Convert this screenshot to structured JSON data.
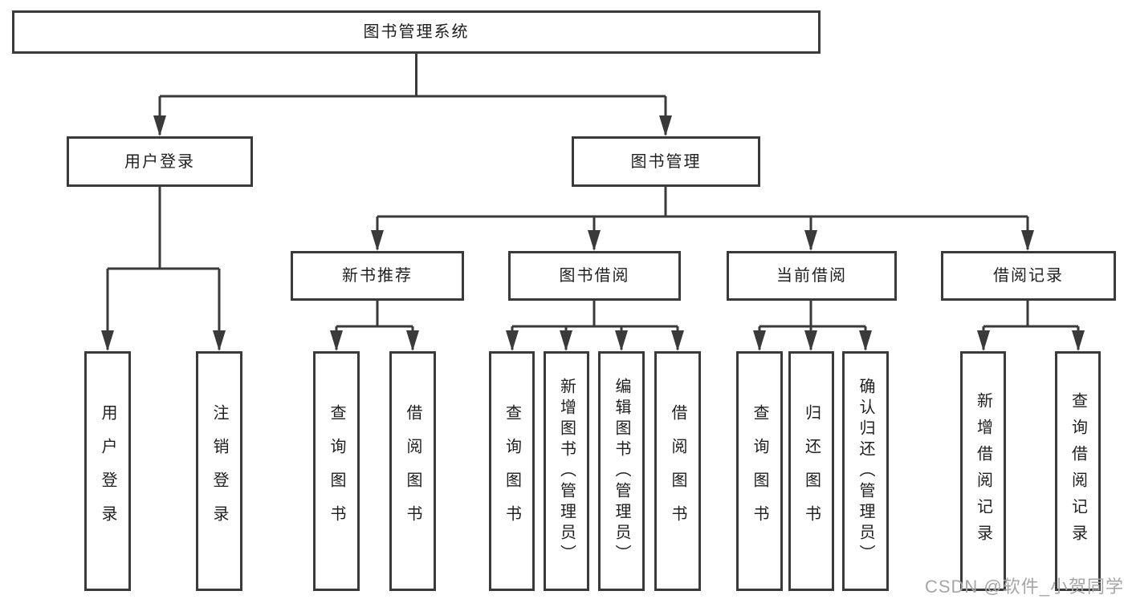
{
  "diagram": {
    "root": {
      "label": "图书管理系统"
    },
    "login_branch": {
      "label": "用户登录",
      "children": [
        {
          "label": "用户登录"
        },
        {
          "label": "注销登录"
        }
      ]
    },
    "mgmt_branch": {
      "label": "图书管理",
      "sections": [
        {
          "label": "新书推荐",
          "children": [
            {
              "label": "查询图书"
            },
            {
              "label": "借阅图书"
            }
          ]
        },
        {
          "label": "图书借阅",
          "children": [
            {
              "label": "查询图书"
            },
            {
              "label": "新增图书（管理员）"
            },
            {
              "label": "编辑图书（管理员）"
            },
            {
              "label": "借阅图书"
            }
          ]
        },
        {
          "label": "当前借阅",
          "children": [
            {
              "label": "查询图书"
            },
            {
              "label": "归还图书"
            },
            {
              "label": "确认归还（管理员）"
            }
          ]
        },
        {
          "label": "借阅记录",
          "children": [
            {
              "label": "新增借阅记录"
            },
            {
              "label": "查询借阅记录"
            }
          ]
        }
      ]
    }
  },
  "watermark": "CSDN @软件_小贺同学",
  "colors": {
    "line": "#3a3a3a",
    "text": "#1f1f1f",
    "watermark": "#a6a6a6",
    "background": "#ffffff"
  }
}
